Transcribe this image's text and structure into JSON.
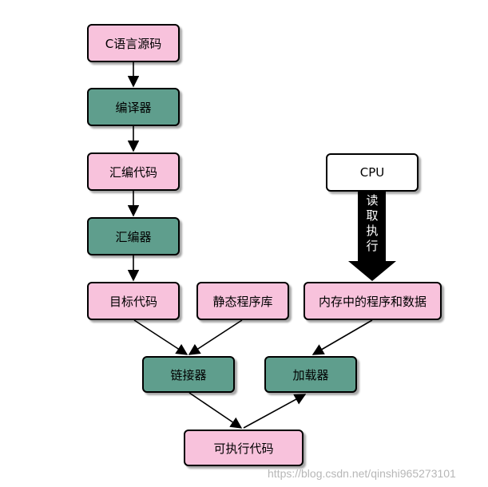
{
  "nodes": {
    "c_source": "C语言源码",
    "compiler": "编译器",
    "assembly_code": "汇编代码",
    "assembler": "汇编器",
    "object_code": "目标代码",
    "static_library": "静态程序库",
    "linker": "链接器",
    "executable": "可执行代码",
    "cpu": "CPU",
    "program_in_memory": "内存中的程序和数据",
    "loader": "加载器"
  },
  "edges": {
    "cpu_read_execute": [
      "读",
      "取",
      "执",
      "行"
    ]
  },
  "watermark": "https://blog.csdn.net/qinshi965273101",
  "colors": {
    "pink_fill": "#f8c2dc",
    "teal_fill": "#5f9e8d",
    "white_fill": "#ffffff",
    "stroke": "#000000"
  }
}
